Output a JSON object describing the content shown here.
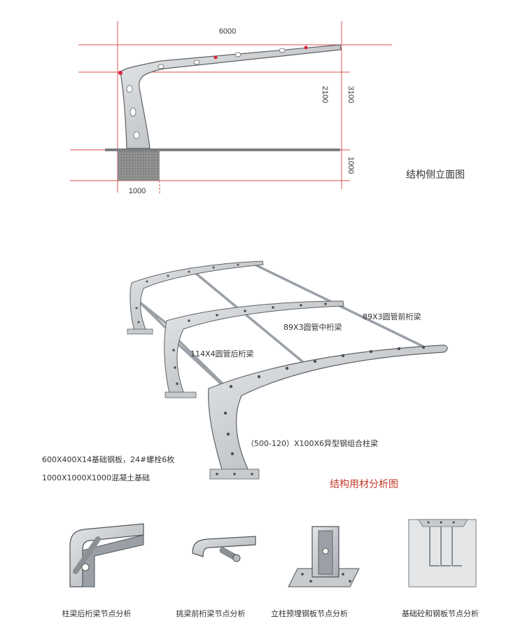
{
  "side_elevation": {
    "title": "结构侧立面图",
    "dim_width": "6000",
    "dim_column": "2100",
    "dim_total": "3100",
    "dim_foundation_depth": "1000",
    "dim_foundation_width": "1000"
  },
  "material_analysis": {
    "title": "结构用材分析图",
    "labels": {
      "front_purlin": "89X3圆管前桁梁",
      "mid_purlin": "89X3圆管中桁梁",
      "rear_purlin": "114X4圆管后桁梁",
      "column_beam": "（500-120）X100X6异型钢组合柱梁",
      "base_plate": "600X400X14基础钢板，24#螺栓6枚",
      "foundation": "1000X1000X1000混凝土基础"
    }
  },
  "details": [
    {
      "caption": "柱梁后桁梁节点分析"
    },
    {
      "caption": "挑梁前桁梁节点分析"
    },
    {
      "caption": "立柱预埋钢板节点分析"
    },
    {
      "caption": "基础砼和钢板节点分析"
    }
  ],
  "colors": {
    "dimension_line": "#d9534f",
    "steel": "#b9bcc0",
    "steel_dark": "#6b6f74",
    "concrete": "#999999",
    "title_accent": "#c0392b"
  }
}
